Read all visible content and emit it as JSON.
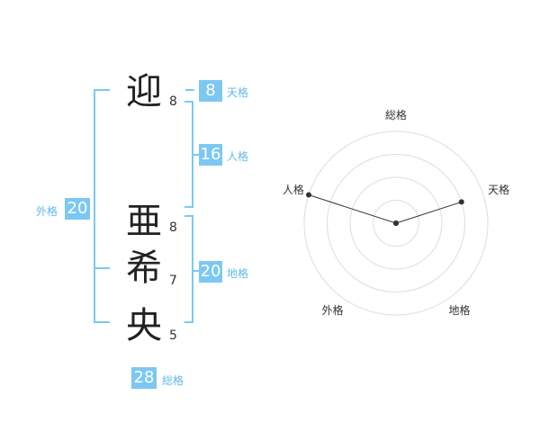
{
  "characters": [
    {
      "char": "迎",
      "strokes": "8"
    },
    {
      "char": "亜",
      "strokes": "8"
    },
    {
      "char": "希",
      "strokes": "7"
    },
    {
      "char": "央",
      "strokes": "5"
    }
  ],
  "fortunes": {
    "tenkaku": {
      "value": "8",
      "label": "天格"
    },
    "jinkaku": {
      "value": "16",
      "label": "人格"
    },
    "chikaku": {
      "value": "20",
      "label": "地格"
    },
    "gaikaku": {
      "value": "20",
      "label": "外格"
    },
    "soukaku": {
      "value": "28",
      "label": "総格"
    }
  },
  "colors": {
    "accent": "#7cc8f2",
    "accent_text": "#63b9eb"
  },
  "chart_data": {
    "type": "radar",
    "axes": [
      "総格",
      "天格",
      "地格",
      "外格",
      "人格"
    ],
    "values": [
      1,
      4,
      1,
      1,
      5
    ],
    "scale_max": 5,
    "rings": 4
  }
}
